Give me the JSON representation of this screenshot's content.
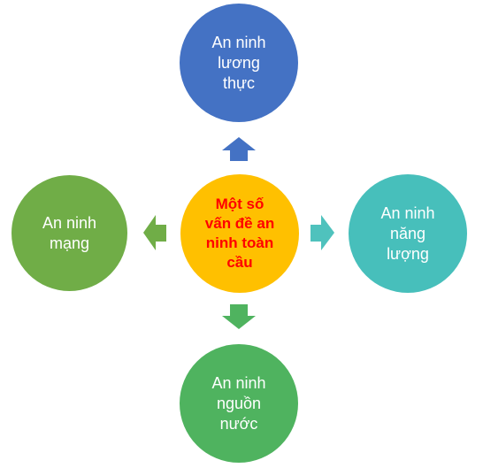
{
  "center": {
    "label": "Một số\nvấn đề an\nninh toàn\ncầu",
    "color": "#ffc000",
    "text_color": "#ff0000"
  },
  "nodes": {
    "top": {
      "label": "An ninh\nlương\nthực",
      "color": "#4472c4",
      "arrow_color": "#4472c4"
    },
    "left": {
      "label": "An ninh\nmạng",
      "color": "#70ad47",
      "arrow_color": "#70ad47"
    },
    "right": {
      "label": "An ninh\nnăng\nlượng",
      "color": "#47bfbb",
      "arrow_color": "#4fc2bd"
    },
    "bottom": {
      "label": "An ninh\nnguồn\nnước",
      "color": "#4fb35f",
      "arrow_color": "#4fb35f"
    }
  }
}
